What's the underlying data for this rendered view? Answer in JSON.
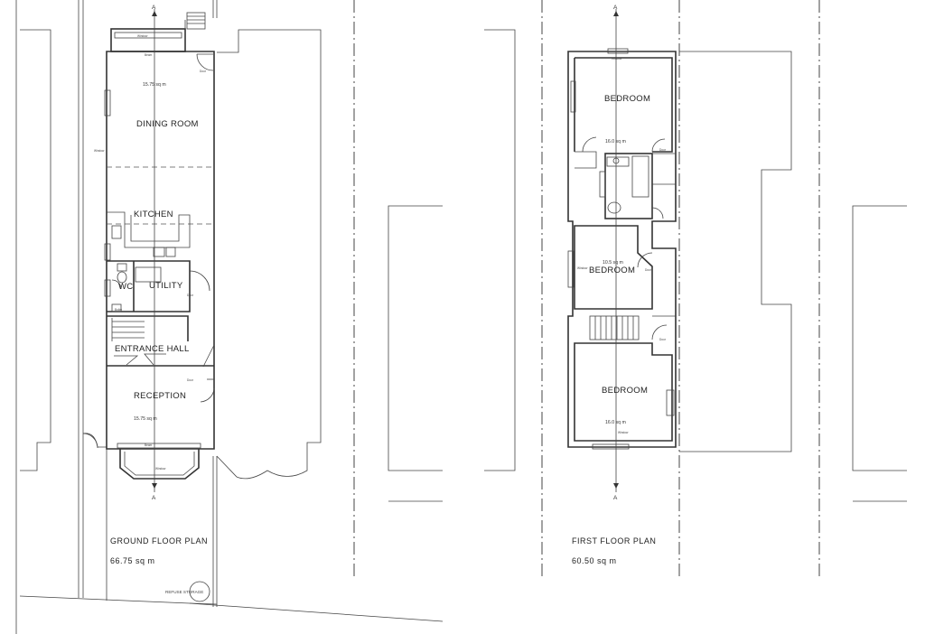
{
  "ground_floor": {
    "title": "GROUND FLOOR PLAN",
    "area": "66.75 sq m",
    "rooms": {
      "dining": "DINING ROOM",
      "kitchen": "KITCHEN",
      "wc": "WC",
      "utility": "UTILITY",
      "entrance_hall": "ENTRANCE HALL",
      "reception": "RECEPTION",
      "boiler": "Boiler"
    },
    "areas": {
      "dining": "15.75 sq m",
      "reception": "15.75 sq m"
    },
    "refuse": "REFUSE STORAGE"
  },
  "first_floor": {
    "title": "FIRST FLOOR PLAN",
    "area": "60.50 sq m",
    "rooms": {
      "bedroom_rear": "BEDROOM",
      "bedroom_middle": "BEDROOM",
      "bedroom_front": "BEDROOM"
    },
    "areas": {
      "bedroom_rear": "16.0 sq m",
      "bedroom_middle": "10.5 sq m",
      "bedroom_front": "16.0 sq m"
    }
  },
  "annotations": {
    "section_marker": "A",
    "window": "Window",
    "door": "Door",
    "beam": "Beam"
  }
}
